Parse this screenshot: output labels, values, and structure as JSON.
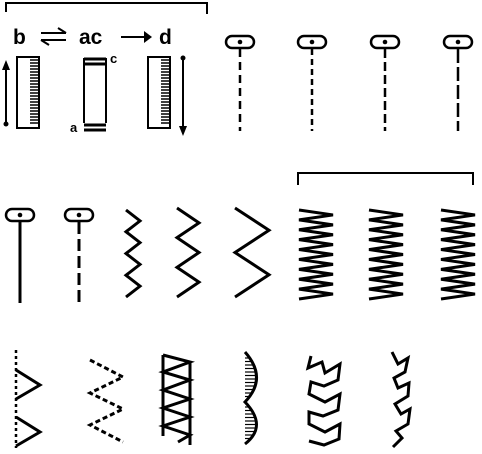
{
  "buttonhole": {
    "labels": {
      "b": "b",
      "ac": "ac",
      "d": "d",
      "c": "c",
      "a": "a"
    },
    "step_arrows": [
      "left-right-arrows-icon",
      "right-arrow-icon"
    ]
  },
  "stitches": {
    "row1": [
      "buttonhole-sequence",
      "straight-stitch-long-dash",
      "straight-stitch-dash",
      "straight-stitch-dash",
      "straight-stitch-long"
    ],
    "row2": [
      "straight-stitch-solid",
      "straight-stitch-dash",
      "narrow-zigzag",
      "medium-zigzag",
      "wide-zigzag",
      "satin-stitch-dense",
      "satin-stitch-dense",
      "satin-stitch-dense"
    ],
    "row3": [
      "blind-hem-stitch",
      "three-step-zigzag",
      "elastic-stitch",
      "shell-scallop-stitch",
      "serpentine-stitch",
      "stretch-zigzag"
    ]
  },
  "colors": {
    "ink": "#000000",
    "background": "#ffffff"
  }
}
